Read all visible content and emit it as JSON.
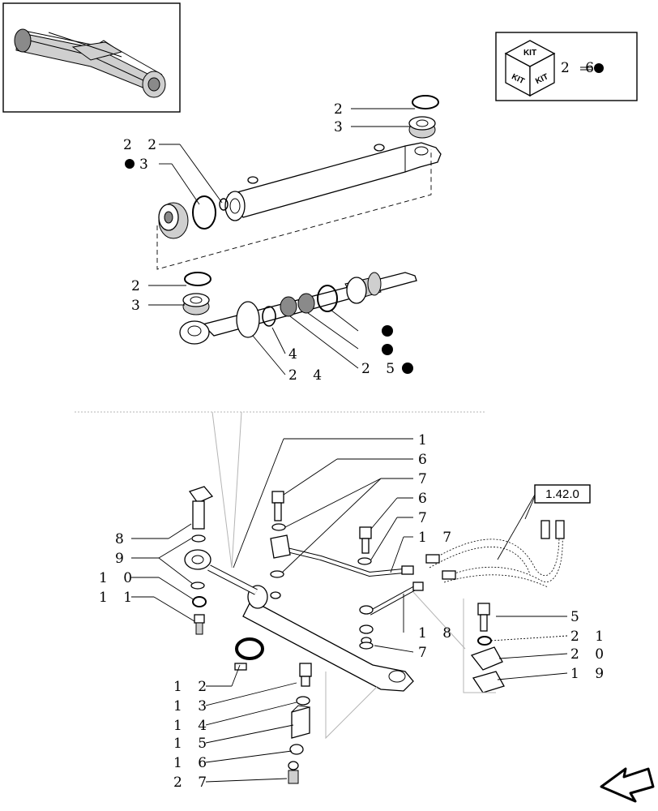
{
  "kit_box": {
    "kit_text": "KIT",
    "ref_number": "2 6"
  },
  "ref_box": {
    "label": "1.42.0"
  },
  "upper_labels": {
    "l2_top": "2",
    "l3_top": "3",
    "l22": "2 2",
    "l3_bullet": "3",
    "l2_mid": "2",
    "l3_mid": "3",
    "l4": "4",
    "l24": "2 4",
    "l25": "2 5"
  },
  "lower_labels": {
    "l1": "1",
    "l6a": "6",
    "l7a": "7",
    "l6b": "6",
    "l7b": "7",
    "l17": "1 7",
    "l8": "8",
    "l9": "9",
    "l10": "1 0",
    "l11": "1 1",
    "l5": "5",
    "l21": "2 1",
    "l20": "2 0",
    "l19": "1 9",
    "l18": "1 8",
    "l7c": "7",
    "l12": "1 2",
    "l13": "1 3",
    "l14": "1 4",
    "l15": "1 5",
    "l16": "1 6",
    "l27": "2 7"
  }
}
